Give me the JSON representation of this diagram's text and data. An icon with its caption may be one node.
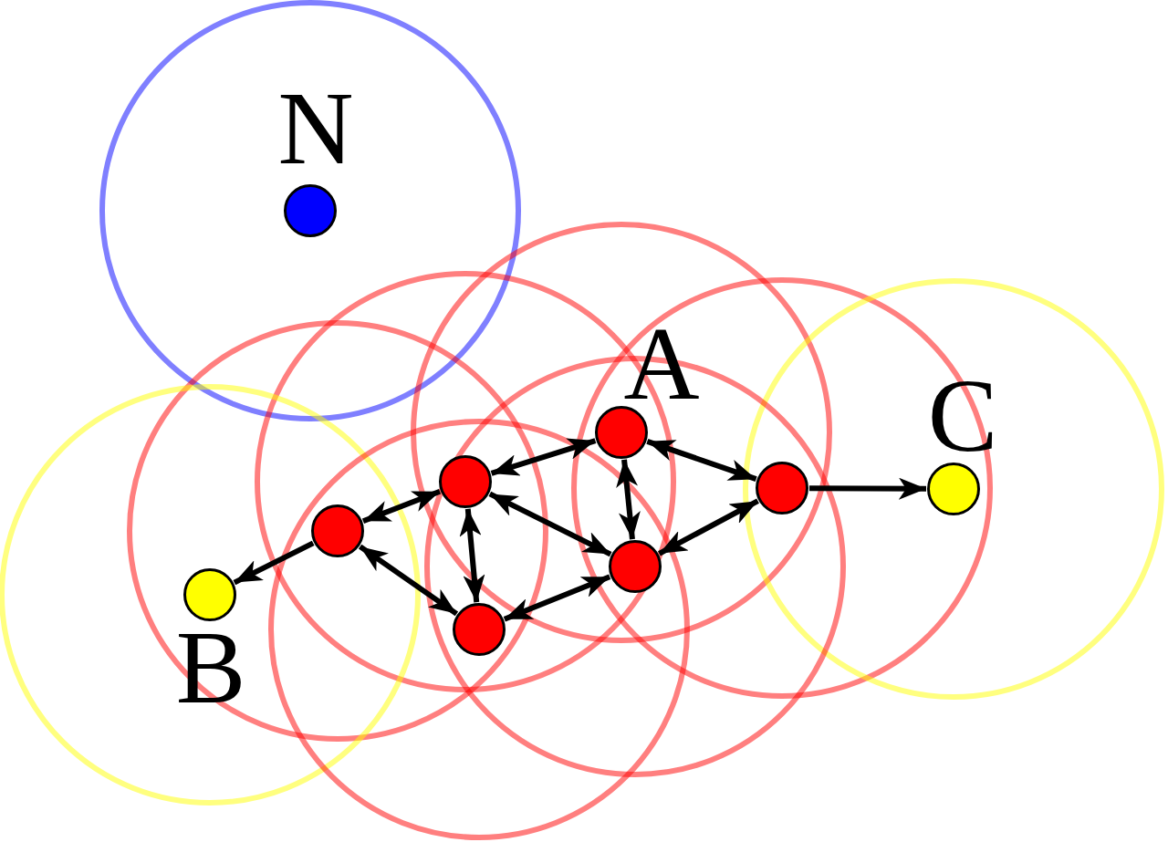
{
  "diagram": {
    "nodes": [
      {
        "text": [],
        "shape": "circle",
        "beside": [
          "N"
        ]
      },
      {
        "text": [],
        "shape": "circle",
        "beside": [
          "A"
        ]
      },
      {
        "text": [],
        "shape": "circle"
      },
      {
        "text": [],
        "shape": "circle"
      },
      {
        "text": [],
        "shape": "circle",
        "beside": [
          "C"
        ]
      },
      {
        "text": [],
        "shape": "circle"
      },
      {
        "text": [],
        "shape": "circle"
      },
      {
        "text": [],
        "shape": "circle",
        "beside": [
          "B"
        ]
      },
      {
        "text": [],
        "shape": "circle"
      }
    ],
    "edges": [
      {
        "from": 2,
        "to": 1,
        "arrow": "both"
      },
      {
        "from": 1,
        "to": 3,
        "arrow": "both"
      },
      {
        "from": 1,
        "to": 6,
        "arrow": "both"
      },
      {
        "from": 5,
        "to": 2,
        "arrow": "both"
      },
      {
        "from": 2,
        "to": 6,
        "arrow": "both"
      },
      {
        "from": 2,
        "to": 8,
        "arrow": "both"
      },
      {
        "from": 5,
        "to": 8,
        "arrow": "both"
      },
      {
        "from": 8,
        "to": 6,
        "arrow": "both"
      },
      {
        "from": 6,
        "to": 3,
        "arrow": "both"
      },
      {
        "from": 3,
        "to": 4,
        "arrow": "to"
      },
      {
        "from": 5,
        "to": 7,
        "arrow": "to"
      }
    ]
  }
}
